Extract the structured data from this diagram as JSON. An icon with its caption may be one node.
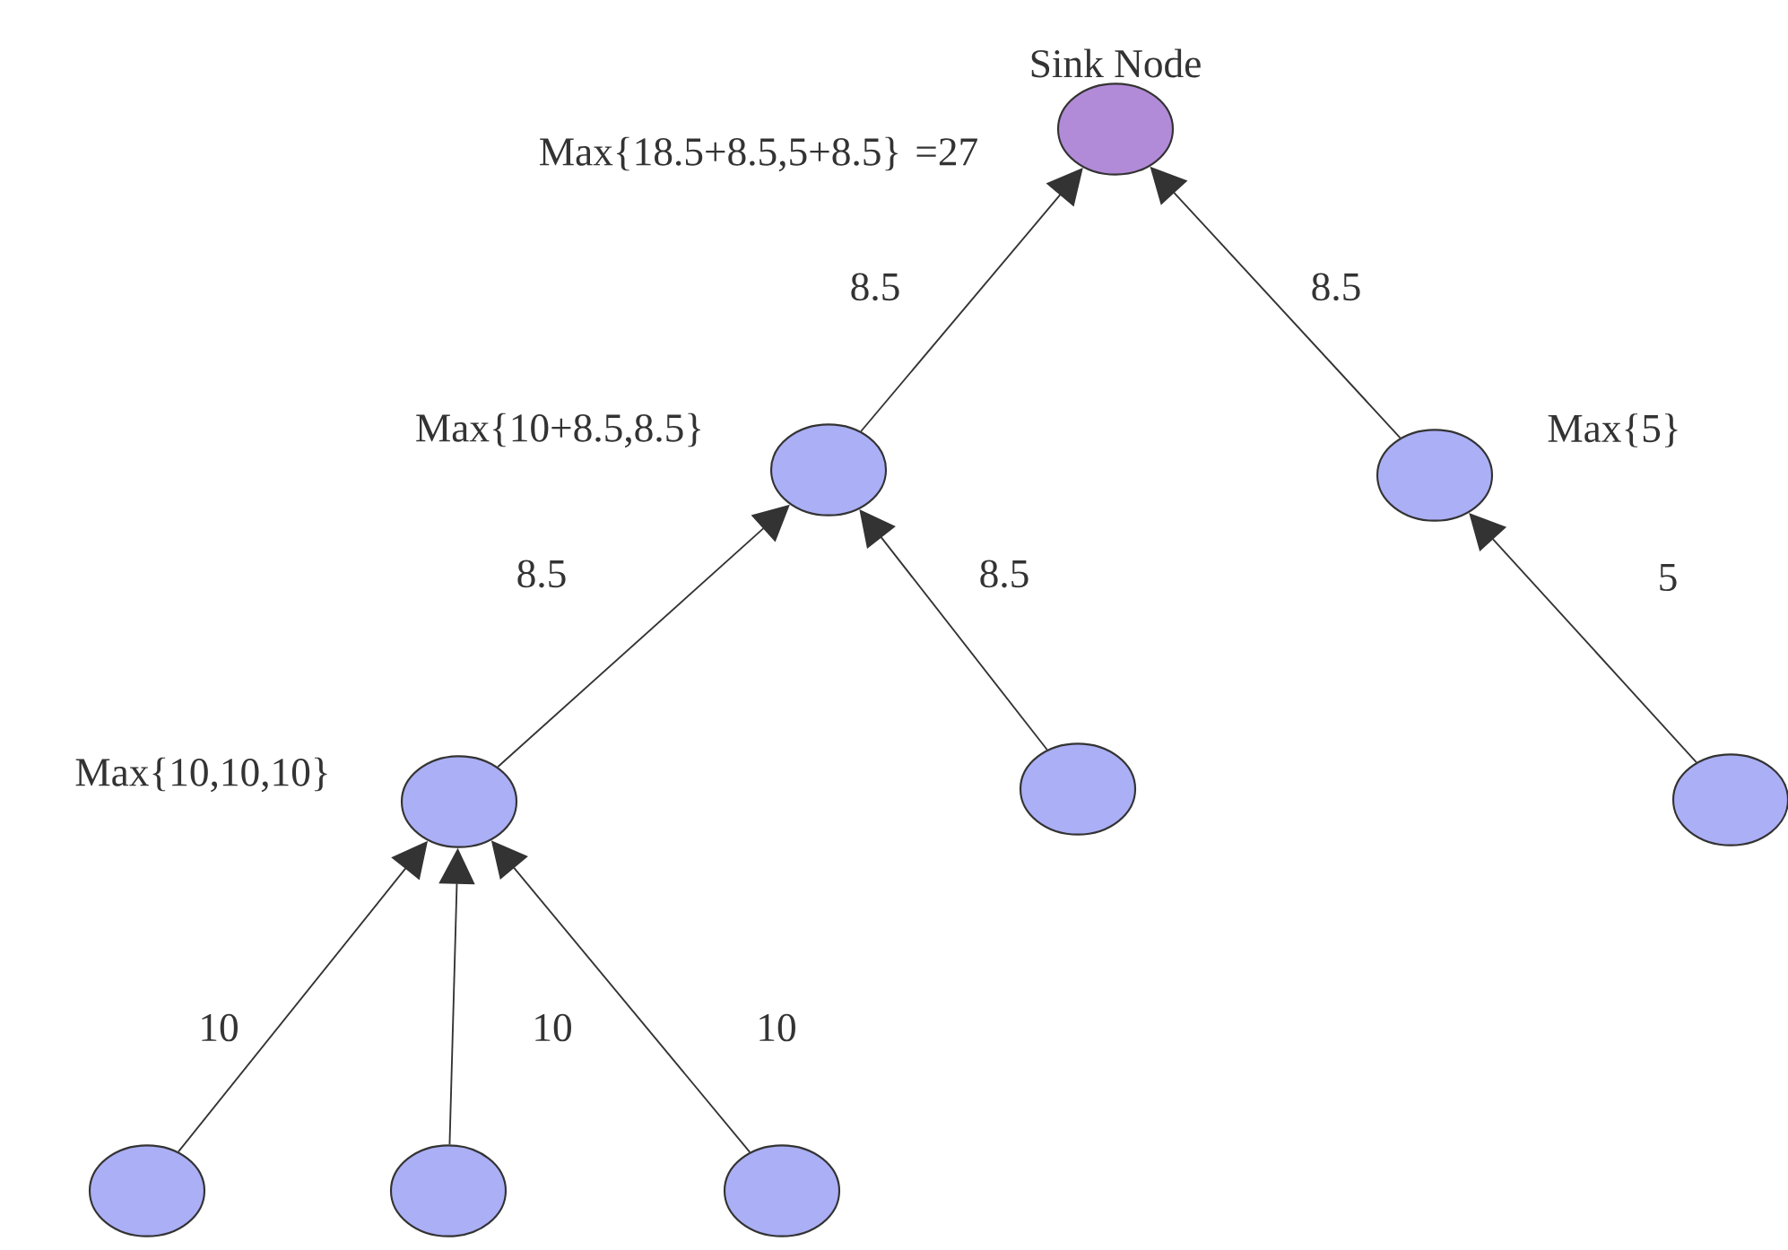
{
  "diagram": {
    "nodes": [
      {
        "text": [
          "Sink Node"
        ],
        "beside": [
          "Max{18.5+8.5,5+8.5} =27"
        ]
      },
      {
        "text": [],
        "shape": "circle",
        "beside": [
          "Max{10+8.5,8.5}"
        ]
      },
      {
        "text": [],
        "shape": "circle",
        "beside": [
          "Max{5}"
        ]
      },
      {
        "text": [],
        "shape": "circle",
        "beside": [
          "Max{10,10,10}"
        ]
      },
      {
        "text": [],
        "shape": "circle"
      },
      {
        "text": [],
        "shape": "circle"
      },
      {
        "text": [],
        "shape": "circle"
      },
      {
        "text": [],
        "shape": "circle"
      },
      {
        "text": [],
        "shape": "circle"
      }
    ],
    "edges": [
      {
        "from": 1,
        "to": 0,
        "arrow": "to",
        "label": "8.5"
      },
      {
        "from": 2,
        "to": 0,
        "arrow": "to",
        "label": "8.5"
      },
      {
        "from": 3,
        "to": 1,
        "arrow": "to",
        "label": "8.5"
      },
      {
        "from": 4,
        "to": 1,
        "arrow": "to",
        "label": "8.5"
      },
      {
        "from": 5,
        "to": 2,
        "arrow": "to",
        "label": "5"
      },
      {
        "from": 6,
        "to": 3,
        "arrow": "to",
        "label": "10"
      },
      {
        "from": 7,
        "to": 3,
        "arrow": "to",
        "label": "10"
      },
      {
        "from": 8,
        "to": 3,
        "arrow": "to",
        "label": "10"
      }
    ]
  }
}
